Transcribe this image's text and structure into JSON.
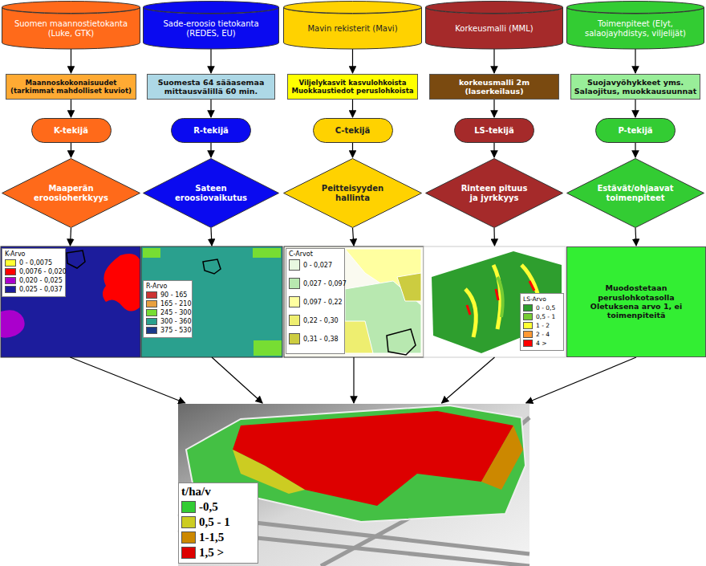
{
  "diagram": {
    "nodes": [
      {
        "text": [
          "Suomen maannostietokanta (Luke, GTK)"
        ]
      },
      {
        "text": [
          "Sade-eroosio tietokanta (REDES, EU)"
        ]
      },
      {
        "text": [
          "Mavin rekisterit (Mavi)"
        ]
      },
      {
        "text": [
          "Korkeusmalli (MML)"
        ]
      },
      {
        "text": [
          "Toimenpiteet (Elyt, salaojayhdistys, viljelijät)"
        ]
      },
      {
        "text": [
          "Maannoskokonaisuudet (tarkimmat mahdolliset kuviot)"
        ]
      },
      {
        "text": [
          "Suomesta 64 sääasemaa mittausvälillä 60 min."
        ]
      },
      {
        "text": [
          "Viljelykasvit kasvulohkoista Muokkaustiedot peruslohkoista"
        ]
      },
      {
        "text": [
          "korkeusmalli 2m (laserkeilaus)"
        ]
      },
      {
        "text": [
          "Suojavyöhykkeet yms. Salaojitus, muokkausuunnat"
        ]
      },
      {
        "text": [
          "K-tekijä"
        ]
      },
      {
        "text": [
          "R-tekijä"
        ]
      },
      {
        "text": [
          "C-tekijä"
        ]
      },
      {
        "text": [
          "LS-tekijä"
        ]
      },
      {
        "text": [
          "P-tekijä"
        ]
      },
      {
        "text": [
          "Maaperän eroosioherkkyys"
        ]
      },
      {
        "text": [
          "Sateen eroosiovaikutus"
        ]
      },
      {
        "text": [
          "Peitteisyyden hallinta"
        ]
      },
      {
        "text": [
          "Rinteen pituus ja jyrkkyys"
        ]
      },
      {
        "text": [
          "Estävät/ohjaavat toimenpiteet"
        ]
      },
      {
        "text": [
          "K-Arvo"
        ]
      },
      {
        "text": [
          "R-Arvo"
        ]
      },
      {
        "text": [
          "C-Arvot"
        ]
      },
      {
        "text": [
          "LS-Arvo"
        ]
      },
      {
        "text": [
          "Muodostetaan peruslohkotasolla Oletuksena arvo 1, ei toimenpiteitä"
        ]
      },
      {
        "text": [
          "t/ha/v"
        ]
      }
    ],
    "edges": [
      {
        "from": 0,
        "to": 5,
        "arrow": "to"
      },
      {
        "from": 1,
        "to": 6,
        "arrow": "to"
      },
      {
        "from": 2,
        "to": 7,
        "arrow": "to"
      },
      {
        "from": 3,
        "to": 8,
        "arrow": "to"
      },
      {
        "from": 4,
        "to": 9,
        "arrow": "to"
      },
      {
        "from": 5,
        "to": 10,
        "arrow": "to"
      },
      {
        "from": 6,
        "to": 11,
        "arrow": "to"
      },
      {
        "from": 7,
        "to": 12,
        "arrow": "to"
      },
      {
        "from": 8,
        "to": 13,
        "arrow": "to"
      },
      {
        "from": 9,
        "to": 14,
        "arrow": "to"
      },
      {
        "from": 10,
        "to": 15,
        "arrow": "to"
      },
      {
        "from": 11,
        "to": 16,
        "arrow": "to"
      },
      {
        "from": 12,
        "to": 17,
        "arrow": "to"
      },
      {
        "from": 13,
        "to": 18,
        "arrow": "to"
      },
      {
        "from": 14,
        "to": 19,
        "arrow": "to"
      },
      {
        "from": 15,
        "to": 20,
        "arrow": "to"
      },
      {
        "from": 16,
        "to": 21,
        "arrow": "to"
      },
      {
        "from": 17,
        "to": 22,
        "arrow": "to"
      },
      {
        "from": 18,
        "to": 23,
        "arrow": "to"
      },
      {
        "from": 19,
        "to": 24,
        "arrow": "to"
      },
      {
        "from": 20,
        "to": 25,
        "arrow": "to"
      },
      {
        "from": 21,
        "to": 25,
        "arrow": "to"
      },
      {
        "from": 22,
        "to": 25,
        "arrow": "to"
      },
      {
        "from": 23,
        "to": 25,
        "arrow": "to"
      },
      {
        "from": 24,
        "to": 25,
        "arrow": "to"
      }
    ],
    "legend": [
      {
        "text": "0 - 0,0075",
        "color": "#ffff33"
      },
      {
        "text": "0,0076 - 0,020",
        "color": "#ff0000"
      },
      {
        "text": "0,020 - 0,025",
        "color": "#aa00cc"
      },
      {
        "text": "0,025 - 0,037",
        "color": "#1c1c9c"
      },
      {
        "text": "90 - 165",
        "color": "#cc3333"
      },
      {
        "text": "165 - 210",
        "color": "#e8a040"
      },
      {
        "text": "245 - 300",
        "color": "#77dd33"
      },
      {
        "text": "300 - 360",
        "color": "#2aa08e"
      },
      {
        "text": "375 - 530",
        "color": "#1a3a8a"
      },
      {
        "text": "0 - 0,027",
        "color": "#e8f8e0"
      },
      {
        "text": "0,027 - 0,097",
        "color": "#b8e8b0"
      },
      {
        "text": "0,097 - 0,22",
        "color": "#ffffa0"
      },
      {
        "text": "0,22 - 0,30",
        "color": "#eeee70"
      },
      {
        "text": "0,31 - 0,38",
        "color": "#cccc40"
      },
      {
        "text": "0 - 0,5",
        "color": "#2e9e2e"
      },
      {
        "text": "0,5 - 1",
        "color": "#77cc33"
      },
      {
        "text": "1 - 2",
        "color": "#ffff33"
      },
      {
        "text": "2 - 4",
        "color": "#ff9933"
      },
      {
        "text": "4 >",
        "color": "#ff0000"
      },
      {
        "text": "-0,5",
        "color": "#33cc33"
      },
      {
        "text": "0,5 - 1",
        "color": "#cccc22"
      },
      {
        "text": "1-1,5",
        "color": "#cc8800"
      },
      {
        "text": "1,5 >",
        "color": "#dd0000"
      }
    ]
  }
}
